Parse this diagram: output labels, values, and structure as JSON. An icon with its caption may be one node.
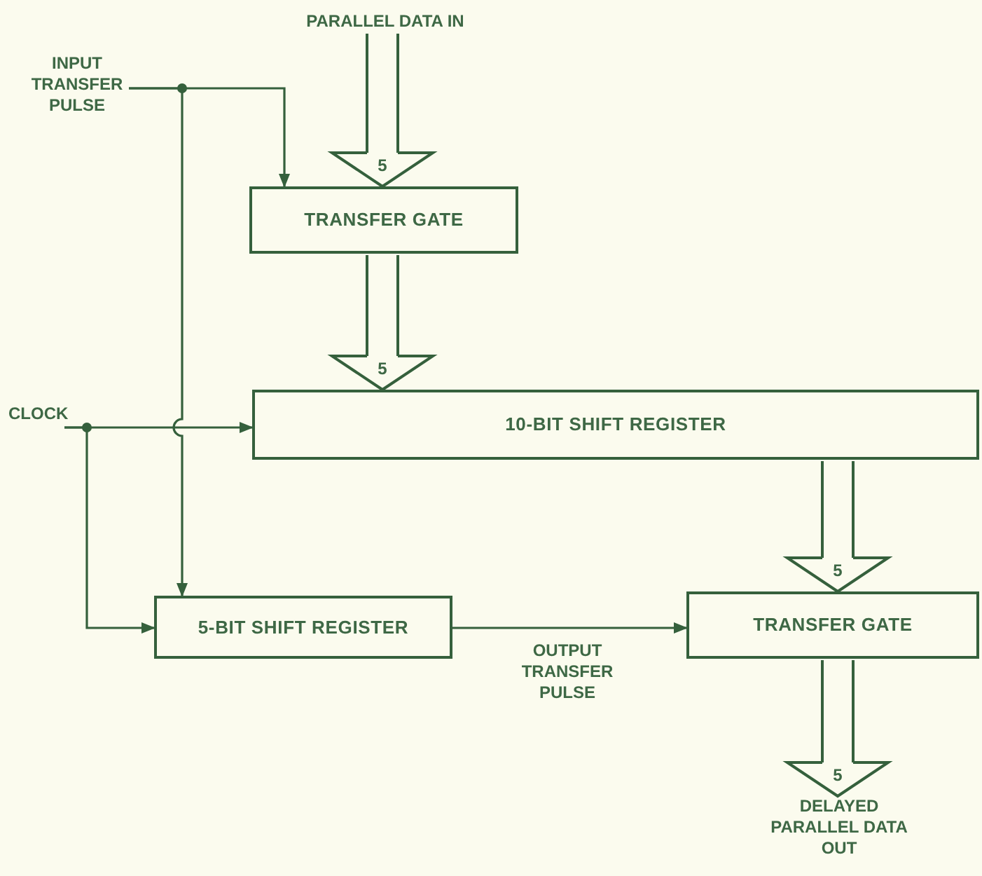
{
  "diagram": {
    "nodes": [
      {
        "text": [
          "PARALLEL DATA IN"
        ]
      },
      {
        "text": [
          "INPUT TRANSFER PULSE"
        ]
      },
      {
        "text": [
          "TRANSFER GATE"
        ]
      },
      {
        "text": [
          "CLOCK"
        ]
      },
      {
        "text": [
          "10-BIT SHIFT REGISTER"
        ]
      },
      {
        "text": [
          "5-BIT SHIFT REGISTER"
        ]
      },
      {
        "text": [
          "TRANSFER GATE"
        ]
      },
      {
        "text": [
          "DELAYED PARALLEL DATA OUT"
        ]
      }
    ],
    "edges": [
      {
        "from": 0,
        "to": 2,
        "arrow": "to",
        "label": "5"
      },
      {
        "from": 1,
        "to": 2,
        "arrow": "to"
      },
      {
        "from": 1,
        "to": 5,
        "arrow": "to"
      },
      {
        "from": 2,
        "to": 4,
        "arrow": "to",
        "label": "5"
      },
      {
        "from": 3,
        "to": 4,
        "arrow": "to"
      },
      {
        "from": 3,
        "to": 5,
        "arrow": "to"
      },
      {
        "from": 5,
        "to": 6,
        "arrow": "to",
        "label": "OUTPUT TRANSFER PULSE"
      },
      {
        "from": 4,
        "to": 6,
        "arrow": "to",
        "label": "5"
      },
      {
        "from": 6,
        "to": 7,
        "arrow": "to",
        "label": "5"
      }
    ]
  }
}
